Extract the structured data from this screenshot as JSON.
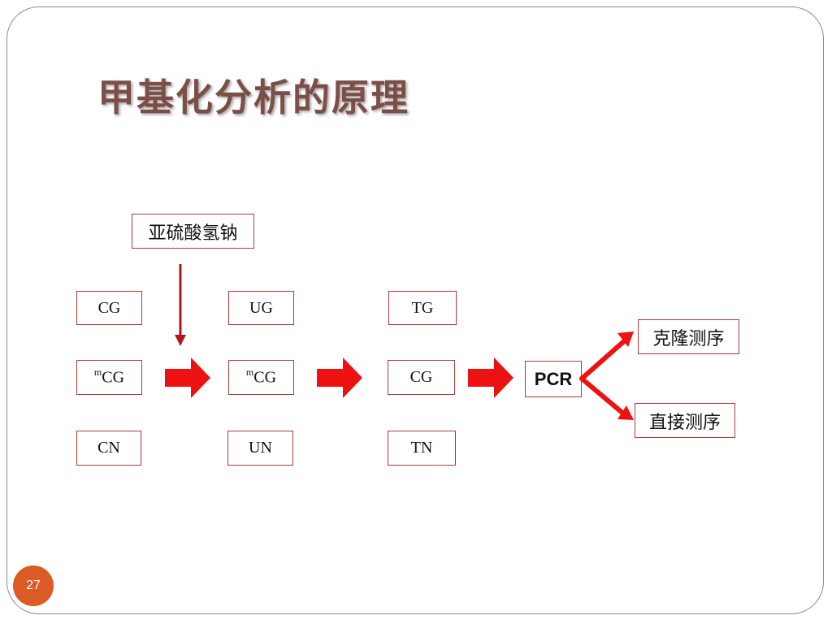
{
  "slide": {
    "title": "甲基化分析的原理",
    "page_number": "27"
  },
  "diagram": {
    "reagent": "亚硫酸氢钠",
    "col1": {
      "top": "CG",
      "middle_super": "m",
      "middle": "CG",
      "bottom": "CN"
    },
    "col2": {
      "top": "UG",
      "middle_super": "m",
      "middle": "CG",
      "bottom": "UN"
    },
    "col3": {
      "top": "TG",
      "middle": "CG",
      "bottom": "TN"
    },
    "pcr": "PCR",
    "branch_upper": "克隆测序",
    "branch_lower": "直接测序"
  },
  "colors": {
    "title": "#7b4e47",
    "arrow": "#ee1111",
    "reagent_arrow": "#b01818",
    "box_border": "#b03a3a",
    "page_badge": "#dc5a24"
  }
}
